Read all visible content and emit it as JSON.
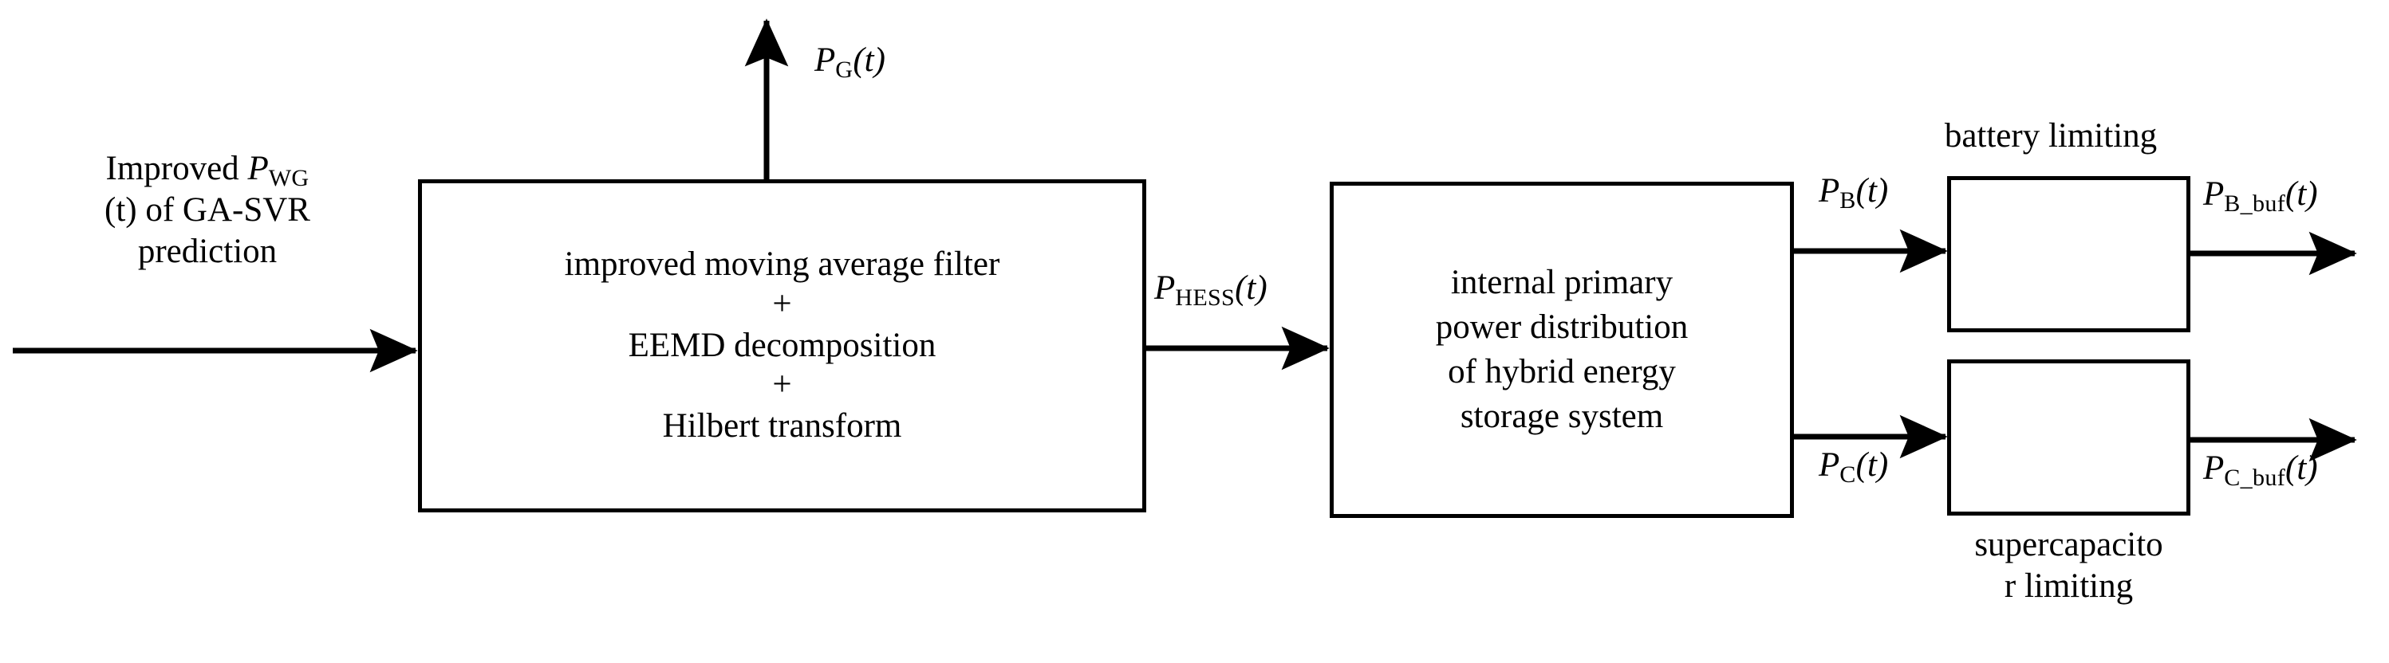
{
  "diagram": {
    "title": "Hybrid energy storage system power distribution block diagram",
    "stroke_color": "#000000",
    "background_color": "#ffffff"
  },
  "input_label": {
    "line1_prefix": "Improved ",
    "line1_symbol": "P",
    "line1_subscript": "WG",
    "line2": "(t) of GA-SVR",
    "line3": "prediction"
  },
  "blocks": {
    "filter_block": {
      "lines": [
        "improved moving average filter",
        "+",
        "EEMD decomposition",
        "+",
        "Hilbert transform"
      ]
    },
    "distribution_block": {
      "lines": [
        "internal primary",
        "power distribution",
        "of hybrid energy",
        "storage system"
      ]
    },
    "battery_limiter": {
      "caption": "battery limiting",
      "shape": "saturation-curve"
    },
    "supercapacitor_limiter": {
      "caption_line1": "supercapacito",
      "caption_line2": "r limiting",
      "shape": "saturation-curve"
    }
  },
  "signals": {
    "pg": {
      "symbol": "P",
      "subscript": "G",
      "arg": "(t)"
    },
    "phess": {
      "symbol": "P",
      "subscript": "HESS",
      "arg": "(t)"
    },
    "pb": {
      "symbol": "P",
      "subscript": "B",
      "arg": "(t)"
    },
    "pc": {
      "symbol": "P",
      "subscript": "C",
      "arg": "(t)"
    },
    "pb_buf": {
      "symbol": "P",
      "subscript": "B_buf",
      "arg": "(t)"
    },
    "pc_buf": {
      "symbol": "P",
      "subscript": "C_buf",
      "arg": "(t)"
    }
  }
}
